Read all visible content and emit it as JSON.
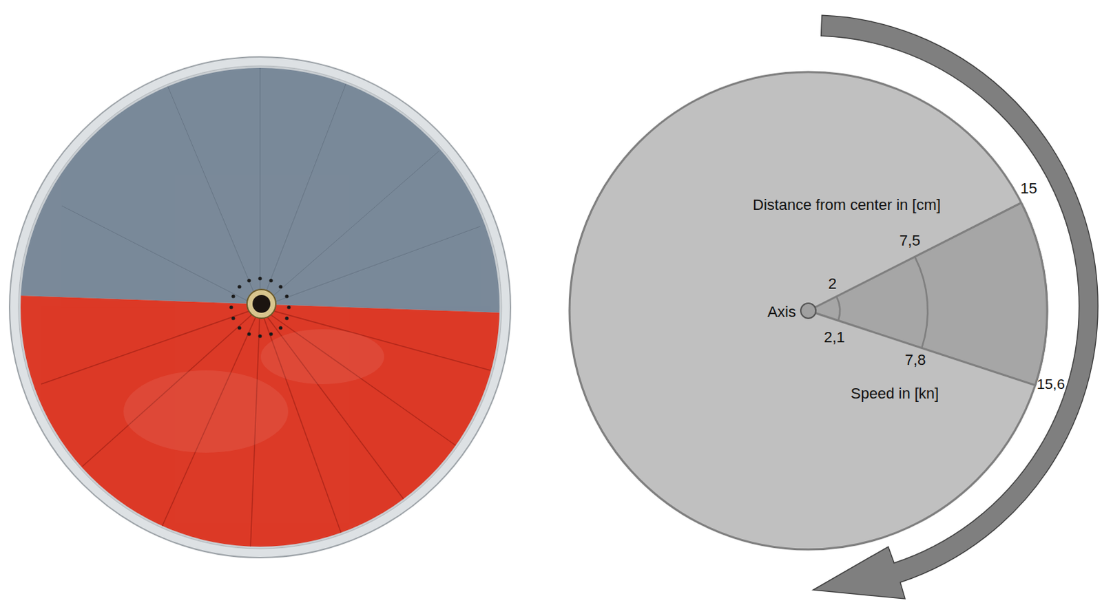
{
  "diagram": {
    "labels": [
      "15",
      "Distance from center in [cm]",
      "7,5",
      "2",
      "Axis",
      "2,1",
      "7,8",
      "Speed in [kn]",
      "15,6"
    ]
  }
}
